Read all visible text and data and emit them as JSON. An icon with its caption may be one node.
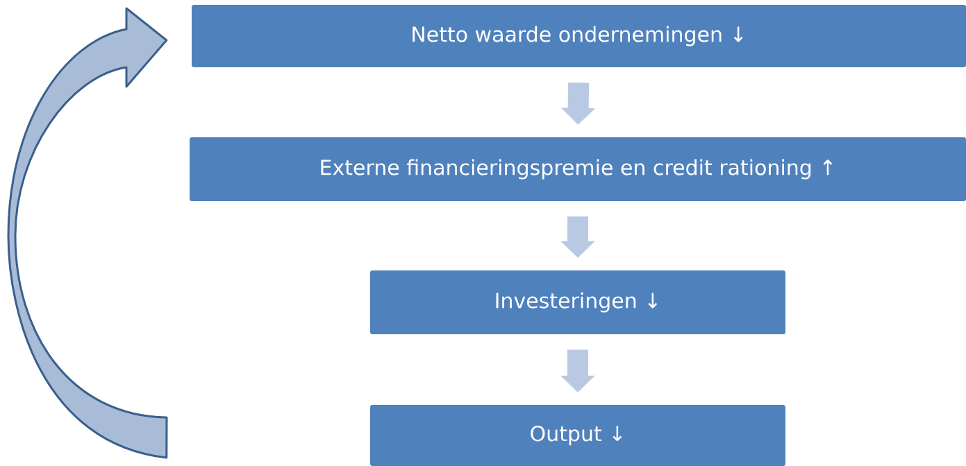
{
  "diagram": {
    "nodes": [
      {
        "text": [
          "Netto waarde ondernemingen ↓"
        ]
      },
      {
        "text": [
          "Externe financieringspremie en credit rationing ↑"
        ]
      },
      {
        "text": [
          "Investeringen ↓"
        ]
      },
      {
        "text": [
          "Output ↓"
        ]
      }
    ],
    "edges": [
      {
        "from": 0,
        "to": 1,
        "arrow": "to"
      },
      {
        "from": 1,
        "to": 2,
        "arrow": "to"
      },
      {
        "from": 2,
        "to": 3,
        "arrow": "to"
      },
      {
        "from": 3,
        "to": 0,
        "arrow": "to"
      }
    ]
  }
}
